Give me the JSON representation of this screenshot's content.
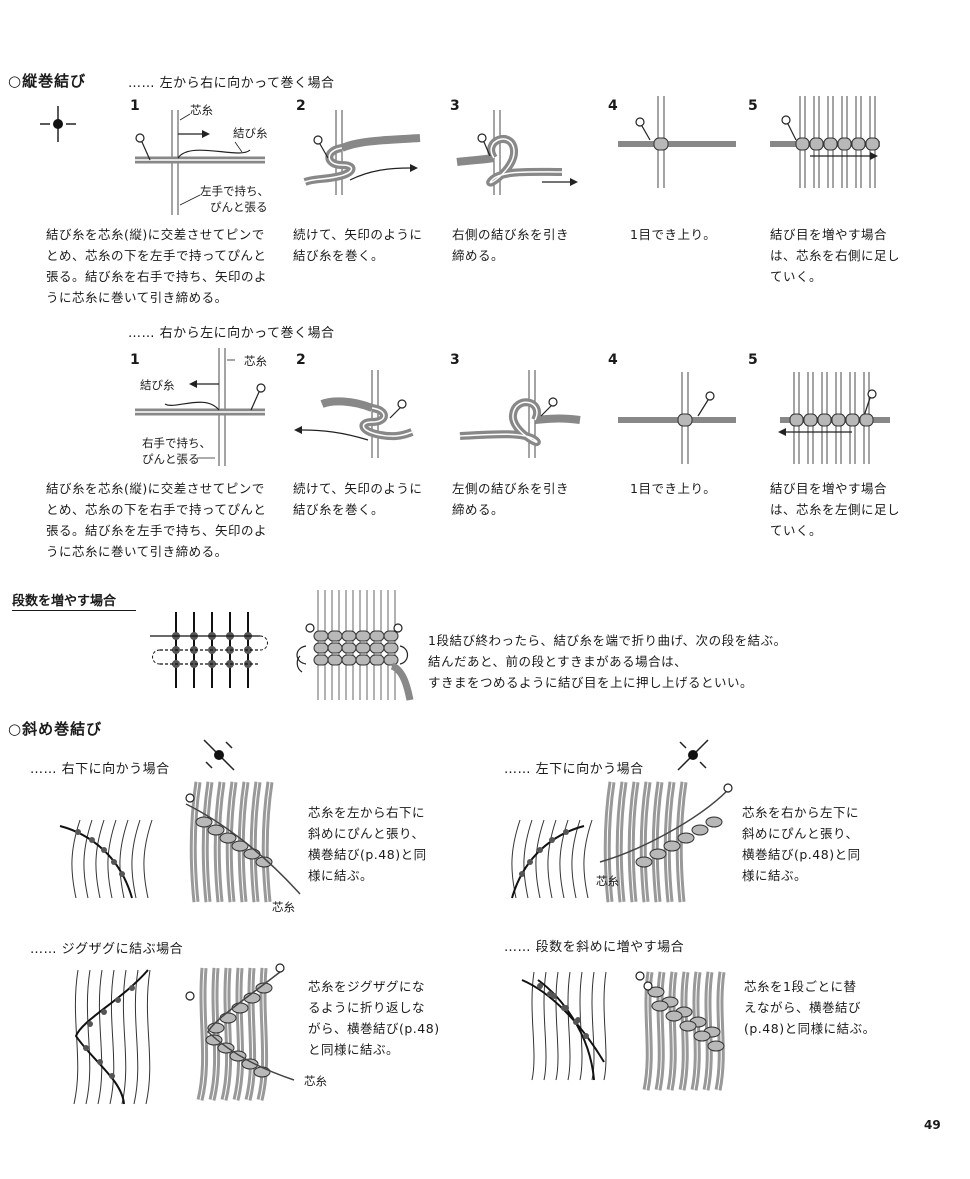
{
  "section_vertical": {
    "title": "○縦巻結び",
    "subtitle_ltr": "…… 左から右に向かって巻く場合",
    "subtitle_rtl": "…… 右から左に向かって巻く場合",
    "ltr": {
      "steps": [
        "1",
        "2",
        "3",
        "4",
        "5"
      ],
      "label_core": "芯糸",
      "label_knot": "結び糸",
      "label_hold_l1": "左手で持ち、",
      "label_hold_l2": "ぴんと張る",
      "cap1_l1": "結び糸を芯糸(縦)に交差させてピンで",
      "cap1_l2": "とめ、芯糸の下を左手で持ってぴんと",
      "cap1_l3": "張る。結び糸を右手で持ち、矢印のよ",
      "cap1_l4": "うに芯糸に巻いて引き締める。",
      "cap2_l1": "続けて、矢印のように",
      "cap2_l2": "結び糸を巻く。",
      "cap3_l1": "右側の結び糸を引き",
      "cap3_l2": "締める。",
      "cap4": "1目でき上り。",
      "cap5_l1": "結び目を増やす場合",
      "cap5_l2": "は、芯糸を右側に足し",
      "cap5_l3": "ていく。"
    },
    "rtl": {
      "steps": [
        "1",
        "2",
        "3",
        "4",
        "5"
      ],
      "label_core": "芯糸",
      "label_knot": "結び糸",
      "label_hold_l1": "右手で持ち、",
      "label_hold_l2": "ぴんと張る",
      "cap1_l1": "結び糸を芯糸(縦)に交差させてピンで",
      "cap1_l2": "とめ、芯糸の下を右手で持ってぴんと",
      "cap1_l3": "張る。結び糸を左手で持ち、矢印のよ",
      "cap1_l4": "うに芯糸に巻いて引き締める。",
      "cap2_l1": "続けて、矢印のように",
      "cap2_l2": "結び糸を巻く。",
      "cap3_l1": "左側の結び糸を引き",
      "cap3_l2": "締める。",
      "cap4": "1目でき上り。",
      "cap5_l1": "結び目を増やす場合",
      "cap5_l2": "は、芯糸を左側に足し",
      "cap5_l3": "ていく。"
    }
  },
  "section_rows": {
    "title": "段数を増やす場合",
    "text_l1": "1段結び終わったら、結び糸を端で折り曲げ、次の段を結ぶ。",
    "text_l2": "結んだあと、前の段とすきまがある場合は、",
    "text_l3": "すきまをつめるように結び目を上に押し上げるといい。"
  },
  "section_diagonal": {
    "title": "○斜め巻結び",
    "sub_down_right": "…… 右下に向かう場合",
    "sub_down_left": "…… 左下に向かう場合",
    "sub_zigzag": "…… ジグザグに結ぶ場合",
    "sub_rows_diag": "…… 段数を斜めに増やす場合",
    "dr_l1": "芯糸を左から右下に",
    "dr_l2": "斜めにぴんと張り、",
    "dr_l3": "横巻結び(p.48)と同",
    "dr_l4": "様に結ぶ。",
    "dl_l1": "芯糸を右から左下に",
    "dl_l2": "斜めにぴんと張り、",
    "dl_l3": "横巻結び(p.48)と同",
    "dl_l4": "様に結ぶ。",
    "zz_l1": "芯糸をジグザグにな",
    "zz_l2": "るように折り返しな",
    "zz_l3": "がら、横巻結び(p.48)",
    "zz_l4": "と同様に結ぶ。",
    "rd_l1": "芯糸を1段ごとに替",
    "rd_l2": "えながら、横巻結び",
    "rd_l3": "(p.48)と同様に結ぶ。",
    "label_core": "芯糸"
  },
  "page_number": "49"
}
